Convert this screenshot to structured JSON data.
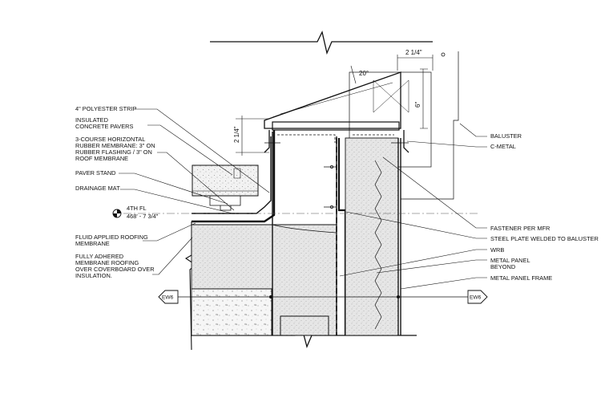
{
  "labels_left": [
    {
      "id": "polyester",
      "lines": [
        "4\" POLYESTER STRIP"
      ]
    },
    {
      "id": "pavers",
      "lines": [
        "INSULATED",
        "CONCRETE PAVERS"
      ]
    },
    {
      "id": "membrane3",
      "lines": [
        "3-COURSE HORIZONTAL",
        "RUBBER MEMBRANE: 3\" ON",
        "RUBBER FLASHING / 3\" ON",
        "ROOF MEMBRANE"
      ]
    },
    {
      "id": "paverstand",
      "lines": [
        "PAVER STAND"
      ]
    },
    {
      "id": "drainage",
      "lines": [
        "DRAINAGE MAT"
      ]
    },
    {
      "id": "fluid",
      "lines": [
        "FLUID APPLIED ROOFING",
        "MEMBRANE"
      ]
    },
    {
      "id": "adhered",
      "lines": [
        "FULLY ADHERED",
        "MEMBRANE ROOFING",
        "OVER COVERBOARD OVER",
        "INSULATION."
      ]
    }
  ],
  "labels_right": [
    {
      "id": "baluster",
      "lines": [
        "BALUSTER"
      ]
    },
    {
      "id": "cmetal",
      "lines": [
        "C-METAL"
      ]
    },
    {
      "id": "fastener",
      "lines": [
        "FASTENER PER MFR"
      ]
    },
    {
      "id": "steelplate",
      "lines": [
        "STEEL PLATE WELDED TO BALUSTER"
      ]
    },
    {
      "id": "wrb",
      "lines": [
        "WRB"
      ]
    },
    {
      "id": "panelbeyond",
      "lines": [
        "METAL PANEL",
        "BEYOND"
      ]
    },
    {
      "id": "panelframe",
      "lines": [
        "METAL PANEL FRAME"
      ]
    }
  ],
  "level": {
    "name": "4TH FL",
    "elevation": "468' - 7 3/4\""
  },
  "dimensions": {
    "slope": "20°",
    "top_width": "2 1/4\"",
    "side_height": "6\"",
    "left_height": "2 1/4\""
  },
  "gridlines": {
    "left": "EW6",
    "right": "EW6"
  }
}
